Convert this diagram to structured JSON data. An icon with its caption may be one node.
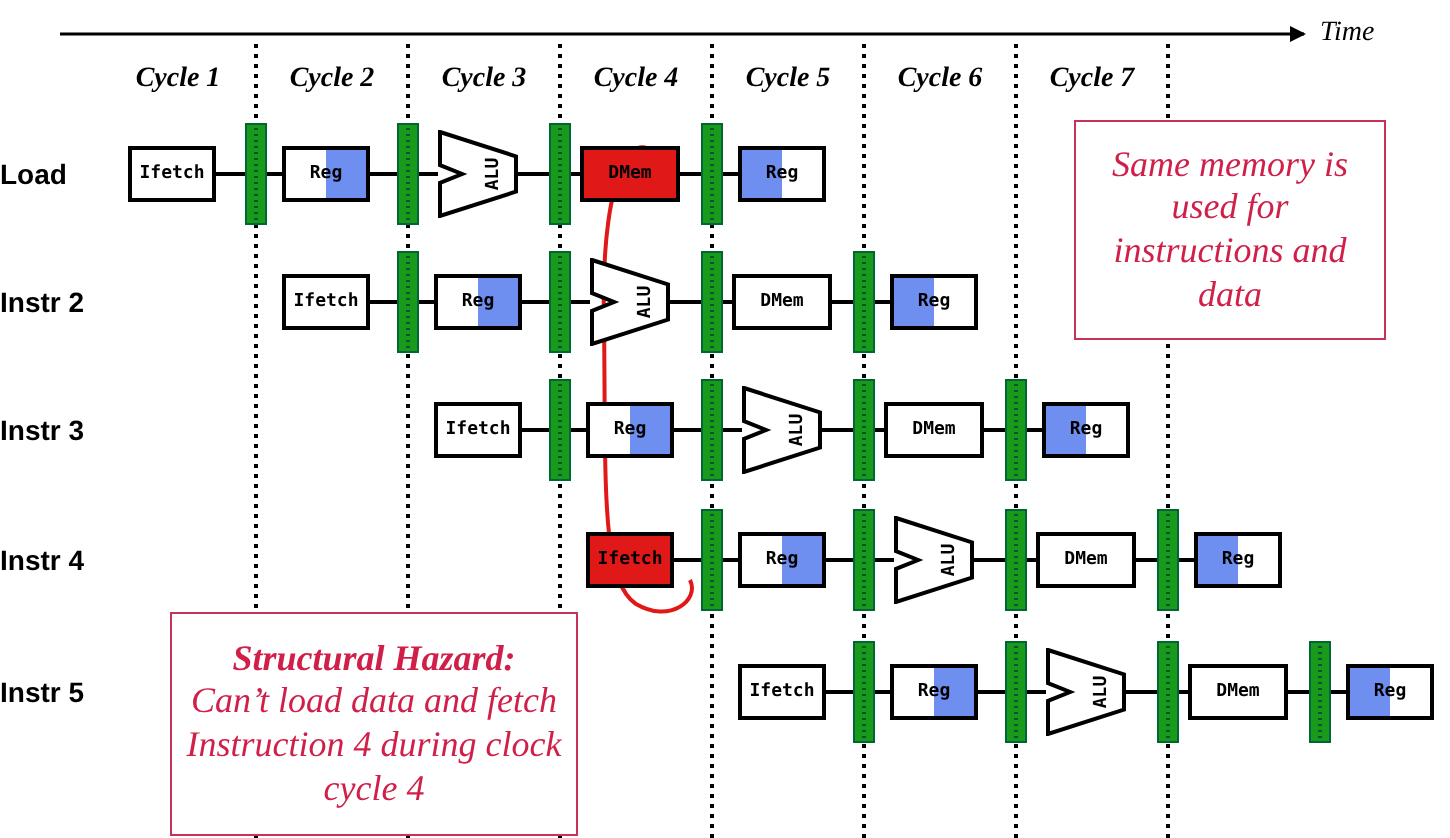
{
  "diagram": {
    "nodes": [
      {
        "text": [
          "Ifetch"
        ]
      },
      {
        "text": [
          "Reg"
        ]
      },
      {
        "text": [
          "ALU"
        ]
      },
      {
        "text": [
          "DMem"
        ]
      },
      {
        "text": [
          "Reg"
        ]
      },
      {
        "text": [
          "Ifetch"
        ]
      },
      {
        "text": [
          "Reg"
        ]
      },
      {
        "text": [
          "ALU"
        ]
      },
      {
        "text": [
          "DMem"
        ]
      },
      {
        "text": [
          "Reg"
        ]
      },
      {
        "text": [
          "Ifetch"
        ]
      },
      {
        "text": [
          "Reg"
        ]
      },
      {
        "text": [
          "ALU"
        ]
      },
      {
        "text": [
          "DMem"
        ]
      },
      {
        "text": [
          "Reg"
        ]
      },
      {
        "text": [
          "Ifetch"
        ]
      },
      {
        "text": [
          "Reg"
        ]
      },
      {
        "text": [
          "ALU"
        ]
      },
      {
        "text": [
          "DMem"
        ]
      },
      {
        "text": [
          "Reg"
        ]
      },
      {
        "text": [
          "Ifetch"
        ]
      },
      {
        "text": [
          "Reg"
        ]
      },
      {
        "text": [
          "ALU"
        ]
      },
      {
        "text": [
          "DMem"
        ]
      },
      {
        "text": [
          "Reg"
        ]
      },
      {
        "text": [
          "Same memory is used for instructions and data"
        ]
      },
      {
        "text": [
          "Structural Hazard:",
          "Can’t load data and fetch Instruction 4 during clock cycle 4"
        ]
      }
    ],
    "edges": [
      {
        "from": 0,
        "to": 1,
        "arrow": "none"
      },
      {
        "from": 1,
        "to": 2,
        "arrow": "none"
      },
      {
        "from": 2,
        "to": 3,
        "arrow": "none"
      },
      {
        "from": 3,
        "to": 4,
        "arrow": "none"
      },
      {
        "from": 5,
        "to": 6,
        "arrow": "none"
      },
      {
        "from": 6,
        "to": 7,
        "arrow": "none"
      },
      {
        "from": 7,
        "to": 8,
        "arrow": "none"
      },
      {
        "from": 8,
        "to": 9,
        "arrow": "none"
      },
      {
        "from": 10,
        "to": 11,
        "arrow": "none"
      },
      {
        "from": 11,
        "to": 12,
        "arrow": "none"
      },
      {
        "from": 12,
        "to": 13,
        "arrow": "none"
      },
      {
        "from": 13,
        "to": 14,
        "arrow": "none"
      },
      {
        "from": 15,
        "to": 16,
        "arrow": "none"
      },
      {
        "from": 16,
        "to": 17,
        "arrow": "none"
      },
      {
        "from": 17,
        "to": 18,
        "arrow": "none"
      },
      {
        "from": 18,
        "to": 19,
        "arrow": "none"
      },
      {
        "from": 20,
        "to": 21,
        "arrow": "none"
      },
      {
        "from": 21,
        "to": 22,
        "arrow": "none"
      },
      {
        "from": 22,
        "to": 23,
        "arrow": "none"
      },
      {
        "from": 23,
        "to": 24,
        "arrow": "none"
      }
    ],
    "labels": [
      "Time",
      "Cycle 1",
      "Cycle 2",
      "Cycle 3",
      "Cycle 4",
      "Cycle 5",
      "Cycle 6",
      "Cycle 7",
      "Load",
      "Instr 2",
      "Instr 3",
      "Instr 4",
      "Instr 5"
    ]
  }
}
